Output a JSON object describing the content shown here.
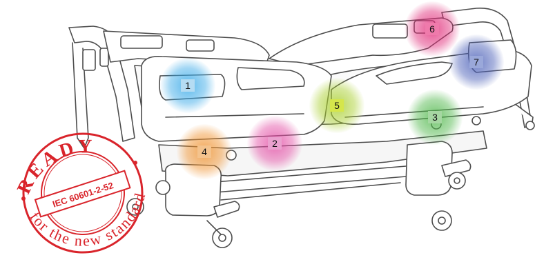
{
  "hotspots": [
    {
      "label": "1",
      "color": "#38a9e8",
      "tag": "#b5dcf3"
    },
    {
      "label": "2",
      "color": "#e34ea5",
      "tag": "#eaa1cf"
    },
    {
      "label": "3",
      "color": "#4fb74a",
      "tag": "#a6d7a2"
    },
    {
      "label": "4",
      "color": "#f0922e",
      "tag": "#f4c38d"
    },
    {
      "label": "5",
      "color": "#a9cf2e",
      "tag": "#d5e64b"
    },
    {
      "label": "6",
      "color": "#e02a78",
      "tag": "#ef7aab"
    },
    {
      "label": "7",
      "color": "#4a5fb8",
      "tag": "#9aa8da"
    }
  ],
  "stamp": {
    "word_top": "READY",
    "standard": "IEC 60601-2-52",
    "slogan": "for the new standard",
    "color": "#d9242b"
  }
}
